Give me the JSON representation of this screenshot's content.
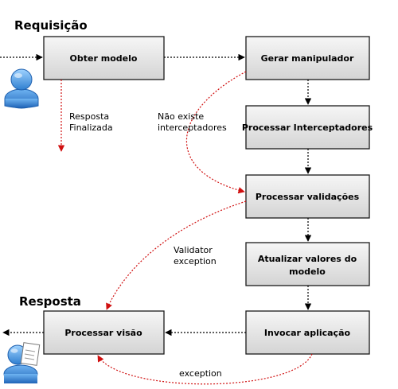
{
  "headings": {
    "request": "Requisição",
    "response": "Resposta"
  },
  "boxes": {
    "obter_modelo": "Obter modelo",
    "gerar_manipulador": "Gerar manipulador",
    "processar_interceptadores": "Processar Interceptadores",
    "processar_validacoes": "Processar validações",
    "atualizar_valores": [
      "Atualizar valores do",
      "modelo"
    ],
    "invocar_aplicacao": "Invocar aplicação",
    "processar_visao": "Processar visão"
  },
  "notes": {
    "resposta_finalizada": [
      "Resposta",
      "Finalizada"
    ],
    "nao_existe": [
      "Não existe",
      "interceptadores"
    ],
    "validator_exception": [
      "Validator",
      "exception"
    ],
    "exception": "exception"
  },
  "icons": {
    "requester": "user-icon",
    "responder": "user-document-icon"
  },
  "colors": {
    "flow": "#000000",
    "alternate_flow": "#d01010",
    "box_fill_top": "#f4f4f4",
    "box_fill_bottom": "#d6d6d6",
    "user_blue": "#3a8fd6"
  }
}
